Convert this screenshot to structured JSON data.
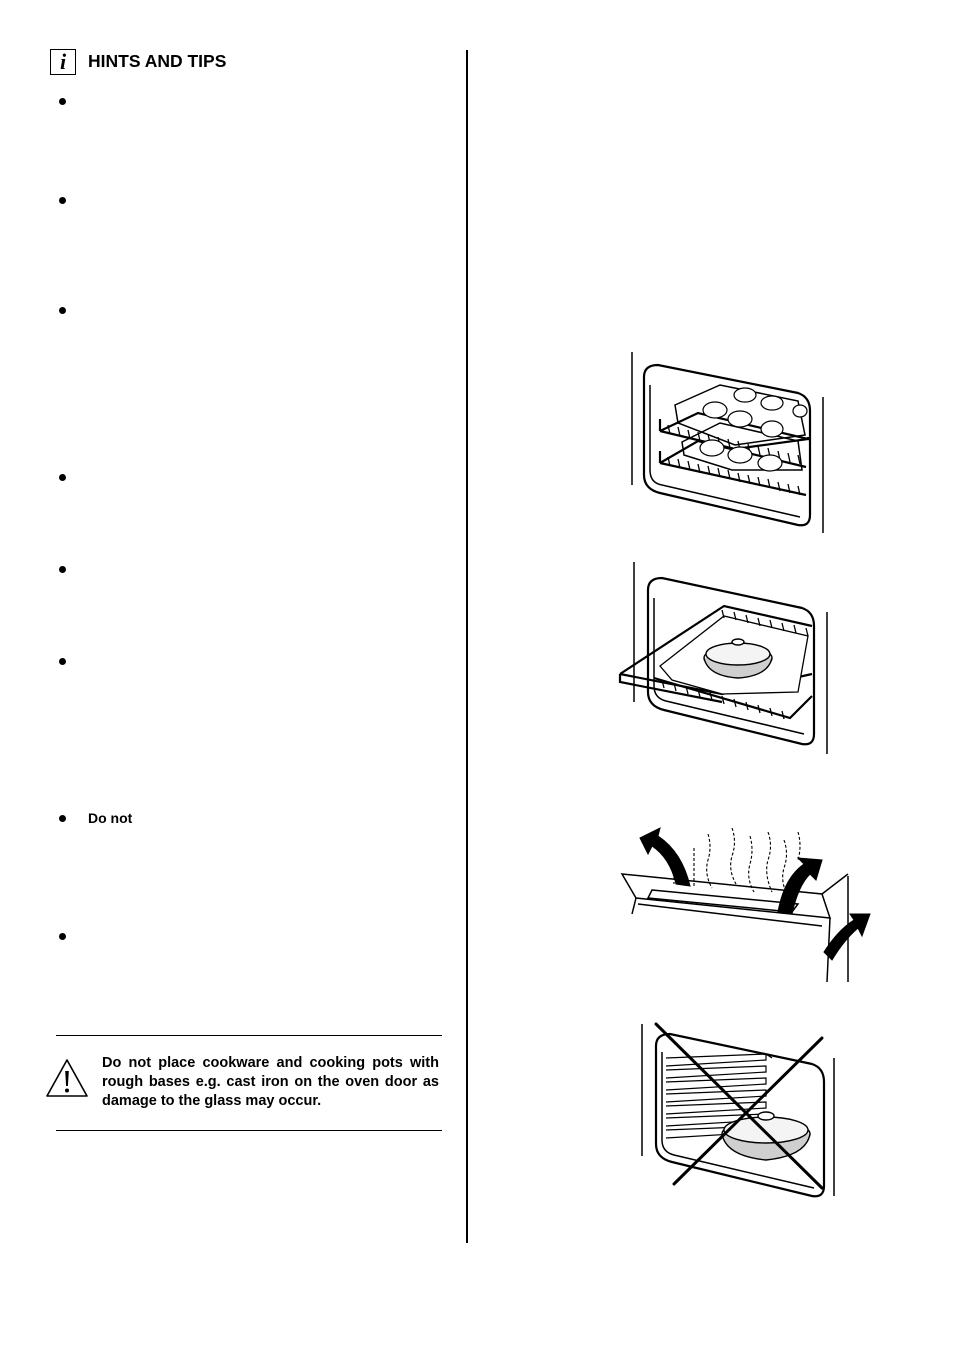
{
  "section": {
    "heading": "HINTS AND TIPS",
    "info_icon_glyph": "i"
  },
  "bullets": [
    {
      "text": ""
    },
    {
      "text": ""
    },
    {
      "text": ""
    },
    {
      "text": ""
    },
    {
      "text": ""
    },
    {
      "text": ""
    },
    {
      "text": "Do  not"
    },
    {
      "text": ""
    }
  ],
  "warning": {
    "icon": "warning-triangle-icon",
    "text": "Do not place cookware and cooking pots with rough bases e.g. cast iron on the oven door as damage to the glass may occur."
  },
  "illustrations": [
    {
      "icon": "oven-two-shelves-muffin-trays-illustration"
    },
    {
      "icon": "oven-shelf-casserole-dish-illustration"
    },
    {
      "icon": "oven-door-steam-escape-illustration"
    },
    {
      "icon": "oven-door-dish-crossed-out-illustration"
    }
  ],
  "colors": {
    "ink": "#000000",
    "paper": "#ffffff"
  }
}
